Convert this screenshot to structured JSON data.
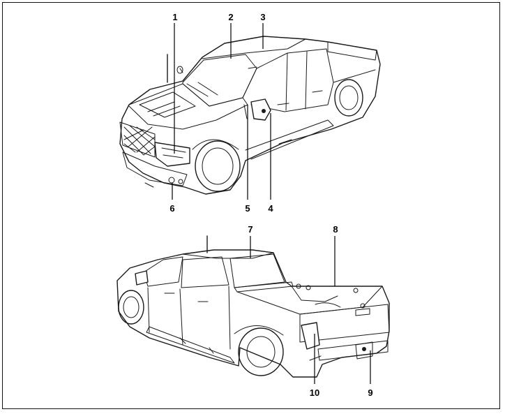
{
  "callouts": [
    {
      "id": "1",
      "label": "1"
    },
    {
      "id": "2",
      "label": "2"
    },
    {
      "id": "3",
      "label": "3"
    },
    {
      "id": "4",
      "label": "4"
    },
    {
      "id": "5",
      "label": "5"
    },
    {
      "id": "6",
      "label": "6"
    },
    {
      "id": "7",
      "label": "7"
    },
    {
      "id": "8",
      "label": "8"
    },
    {
      "id": "9",
      "label": "9"
    },
    {
      "id": "10",
      "label": "10"
    }
  ],
  "colors": {
    "line": "#1a1a1a",
    "background": "#ffffff",
    "frame": "#111111"
  },
  "illustrations": [
    "pickup-truck-front-three-quarter",
    "pickup-truck-rear-three-quarter"
  ]
}
